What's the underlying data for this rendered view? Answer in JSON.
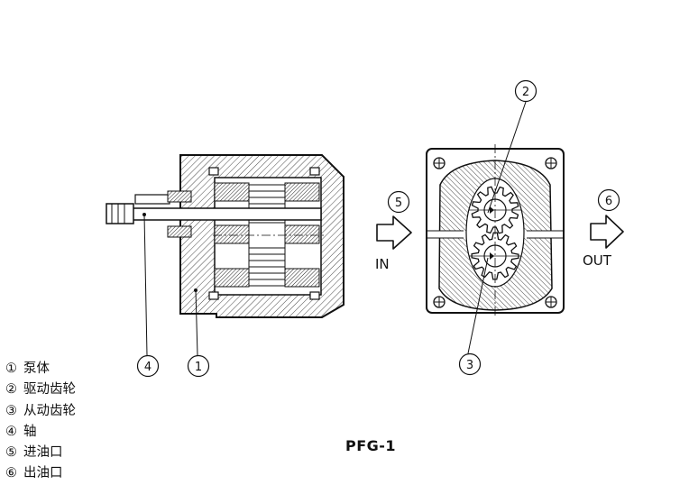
{
  "diagram": {
    "model": "PFG-1",
    "callouts": {
      "c1": "1",
      "c2": "2",
      "c3": "3",
      "c4": "4",
      "c5": "5",
      "c6": "6"
    },
    "inlet_label": "IN",
    "outlet_label": "OUT"
  },
  "legend": [
    {
      "num": "①",
      "text": "泵体"
    },
    {
      "num": "②",
      "text": "驱动齿轮"
    },
    {
      "num": "③",
      "text": "从动齿轮"
    },
    {
      "num": "④",
      "text": "轴"
    },
    {
      "num": "⑤",
      "text": "进油口"
    },
    {
      "num": "⑥",
      "text": "出油口"
    }
  ]
}
